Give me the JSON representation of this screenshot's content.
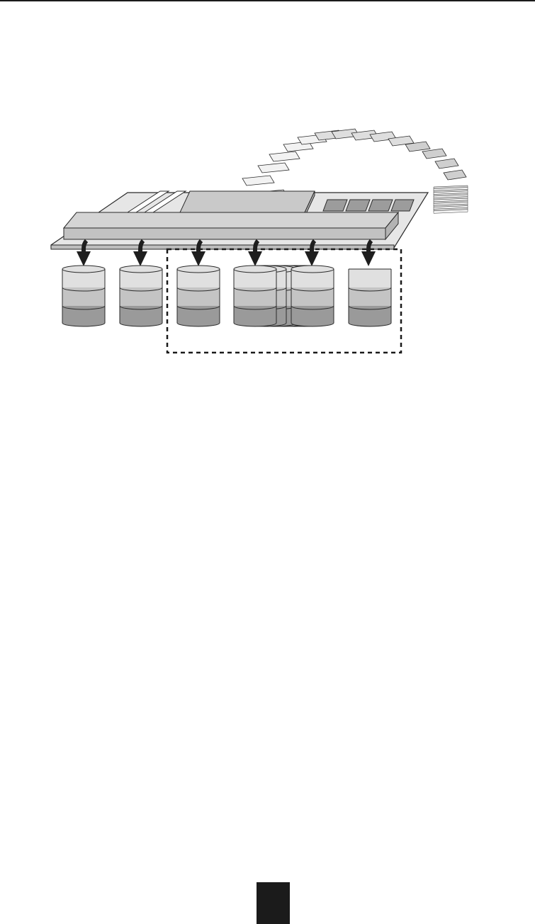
{
  "figure": {
    "description_icon": "raid-controller-icon",
    "drive_count": 6,
    "drive_with_many_platters_index": 3,
    "arrow_count": 6,
    "paper_count": 16,
    "dashed_group": "drives-3-to-6"
  },
  "colors": {
    "light": "#e0e0e0",
    "mid": "#c4c4c4",
    "dark": "#9a9a9a",
    "outline": "#2a2a2a",
    "arrow": "#1e1e1e",
    "tab": "#1b1b1b"
  }
}
